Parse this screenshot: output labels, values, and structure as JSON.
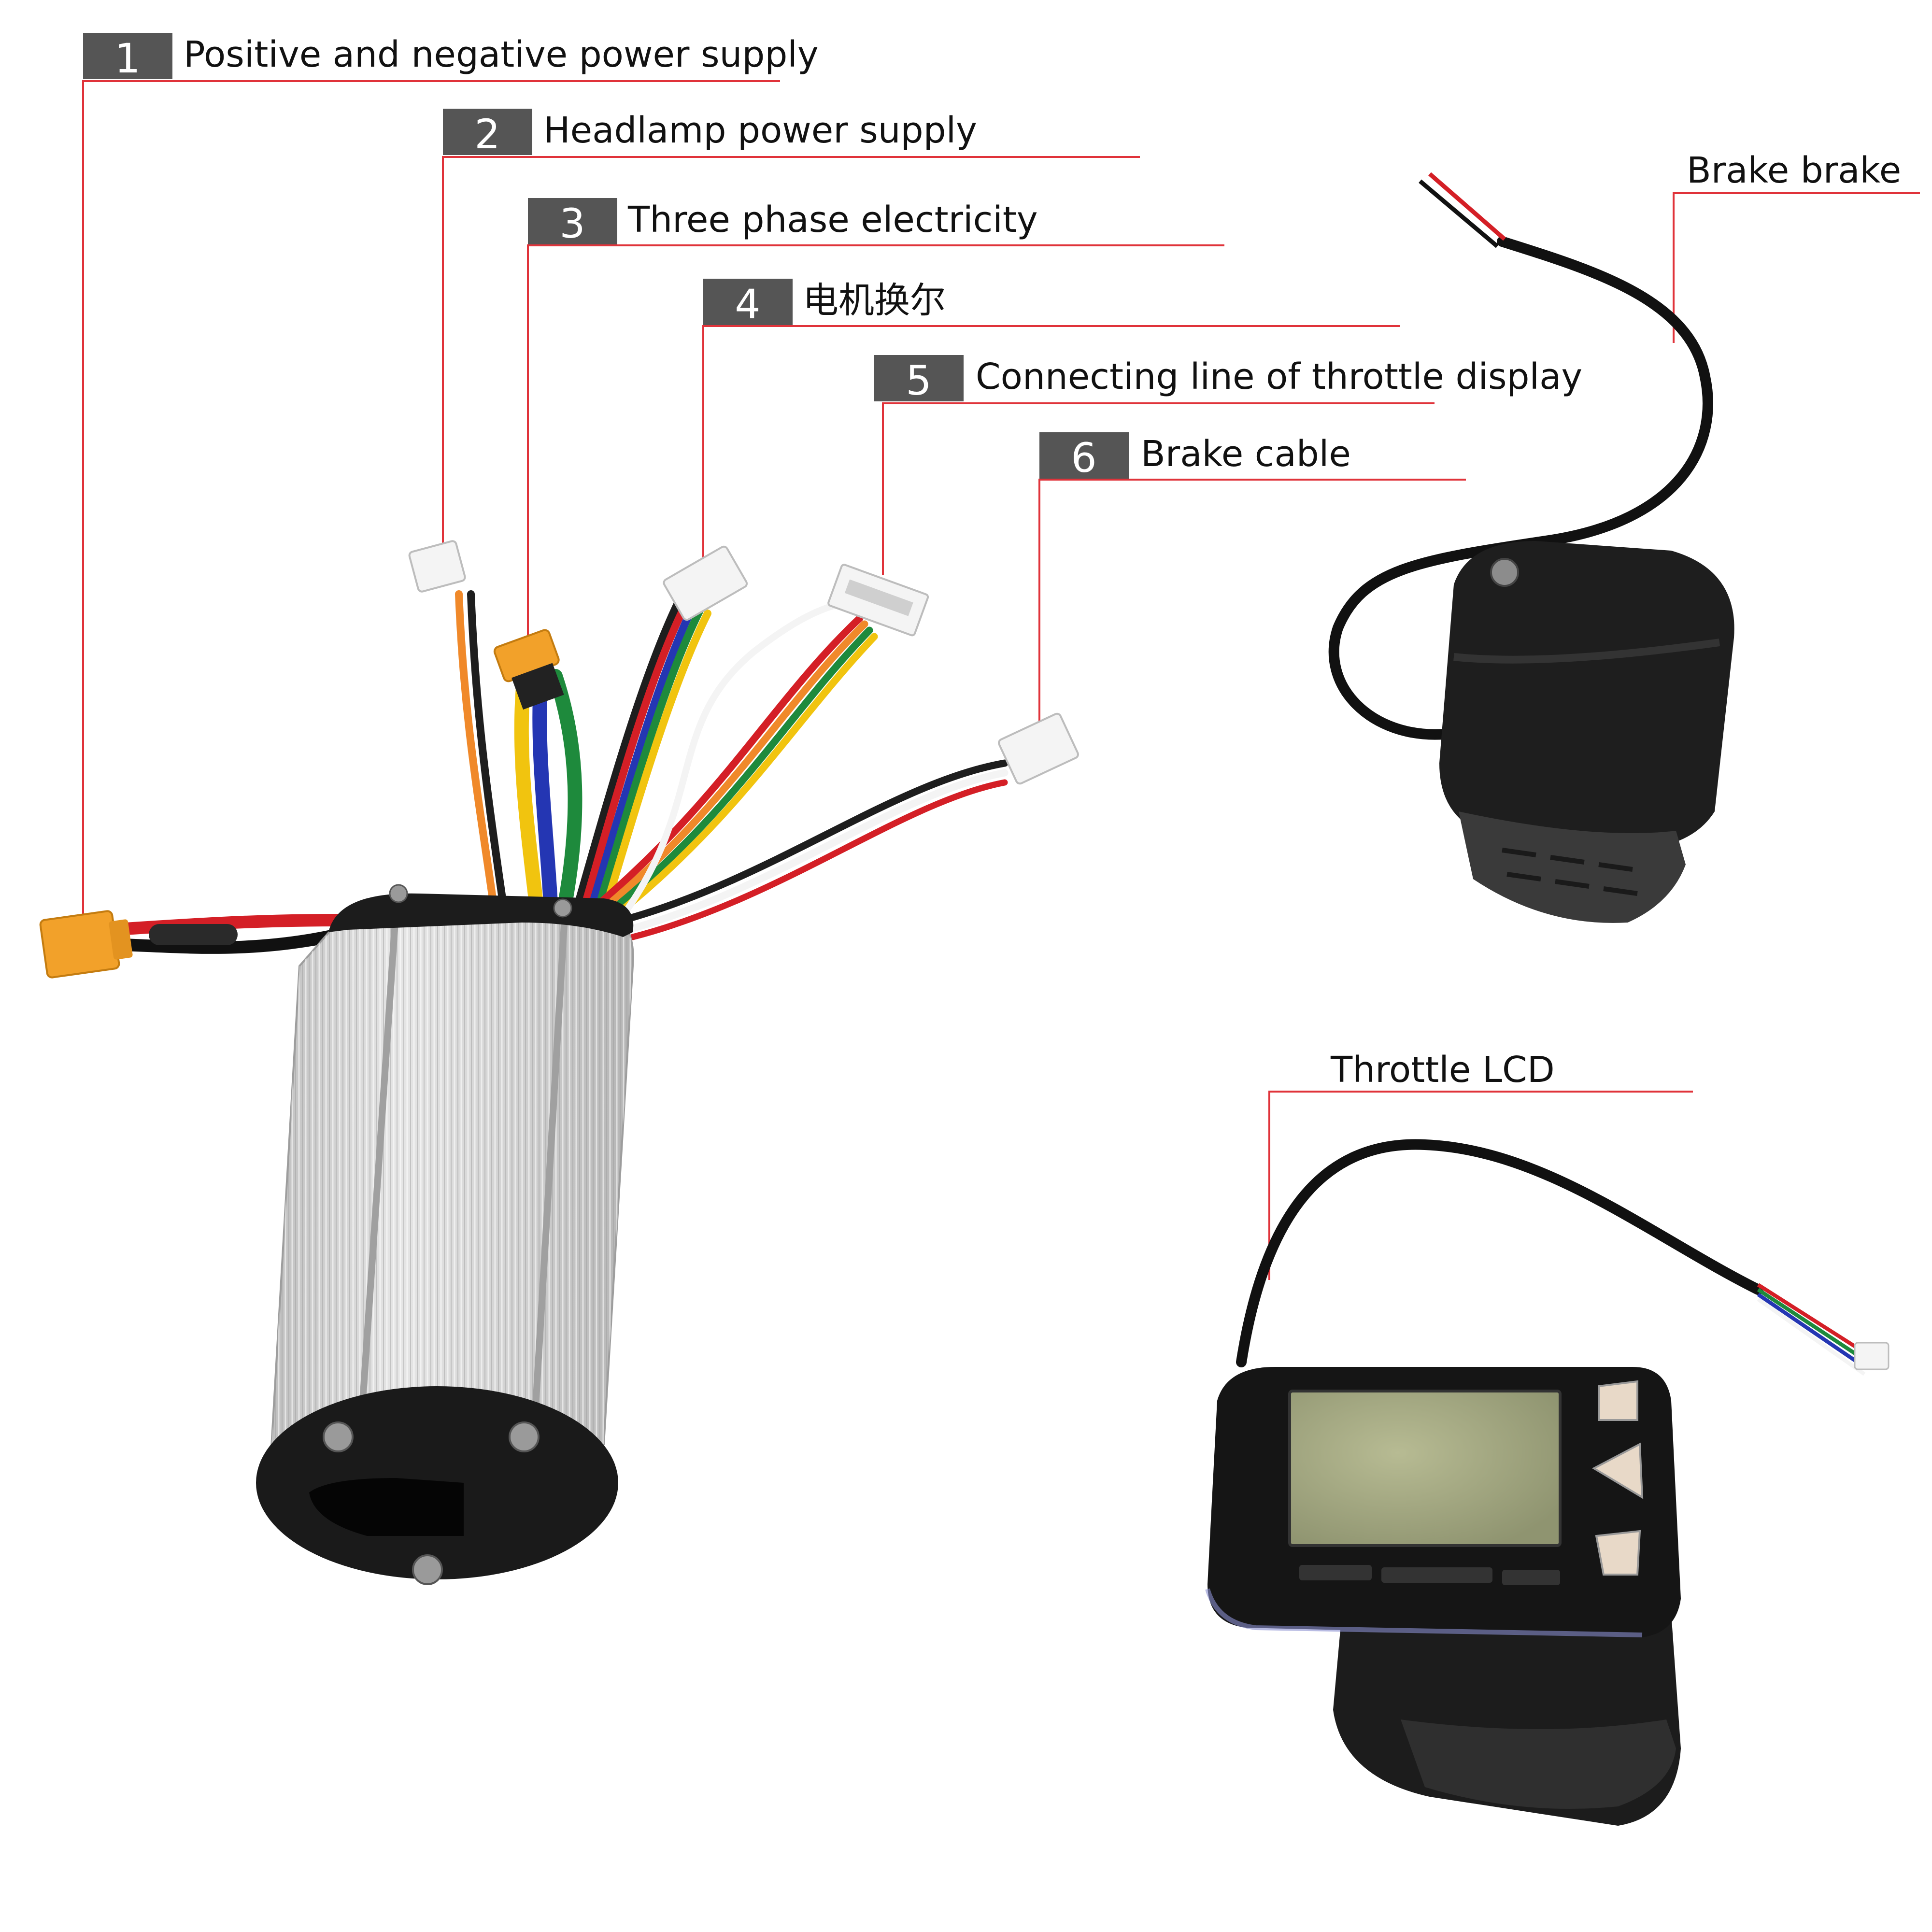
{
  "callouts": [
    {
      "number": "1",
      "text": "Positive and negative power supply"
    },
    {
      "number": "2",
      "text": "Headlamp power supply"
    },
    {
      "number": "3",
      "text": "Three phase electricity"
    },
    {
      "number": "4",
      "text": "电机换尔"
    },
    {
      "number": "5",
      "text": "Connecting line of throttle display"
    },
    {
      "number": "6",
      "text": "Brake cable"
    }
  ],
  "side_labels": {
    "brake": "Brake brake",
    "lcd": "Throttle LCD"
  },
  "colors": {
    "leader_line": "#e0333a",
    "badge": "#555555",
    "aluminum": "#d3d3d3",
    "plastic": "#1c1c1c",
    "connector": "#f2a12a",
    "lcd_screen": "#a9ad84"
  }
}
